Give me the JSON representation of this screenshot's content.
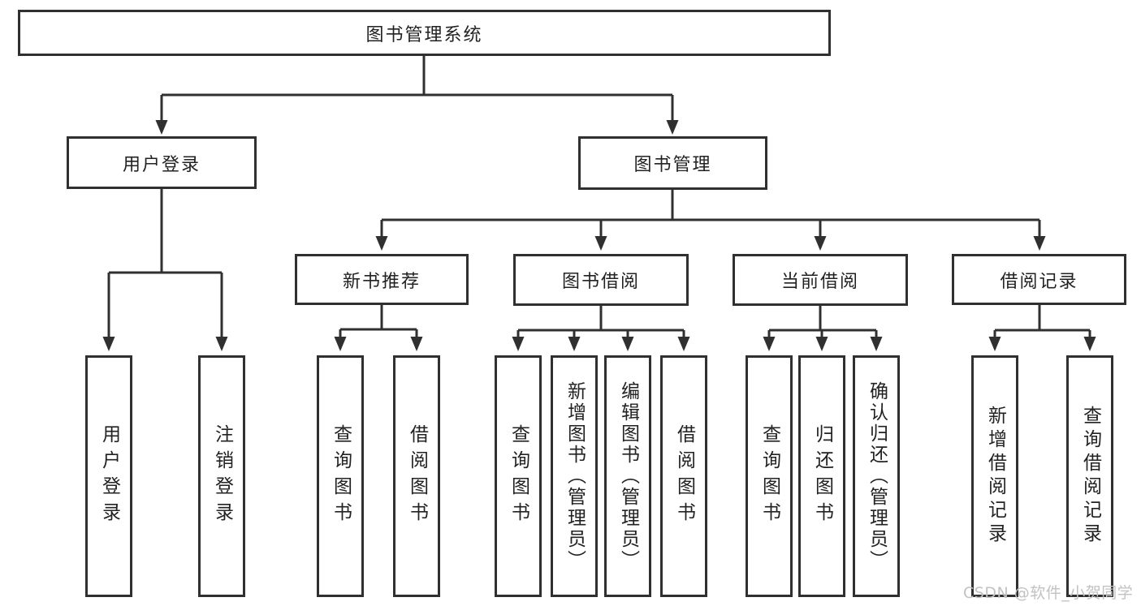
{
  "colors": {
    "line": "#303030",
    "box_border": "#303030",
    "text": "#222222",
    "background": "#ffffff",
    "watermark": "#c2c2c2"
  },
  "tree": {
    "root": {
      "label": "图书管理系统"
    },
    "user_login": {
      "label": "用户登录",
      "children": [
        "用户登录",
        "注销登录"
      ]
    },
    "book_mgmt": {
      "label": "图书管理",
      "sections": [
        {
          "label": "新书推荐",
          "children": [
            "查询图书",
            "借阅图书"
          ]
        },
        {
          "label": "图书借阅",
          "children": [
            "查询图书",
            "新增图书（管理员）",
            "编辑图书（管理员）",
            "借阅图书"
          ]
        },
        {
          "label": "当前借阅",
          "children": [
            "查询图书",
            "归还图书",
            "确认归还（管理员）"
          ]
        },
        {
          "label": "借阅记录",
          "children": [
            "新增借阅记录",
            "查询借阅记录"
          ]
        }
      ]
    }
  },
  "watermark": {
    "text": "CSDN @软件_小贺同学"
  }
}
